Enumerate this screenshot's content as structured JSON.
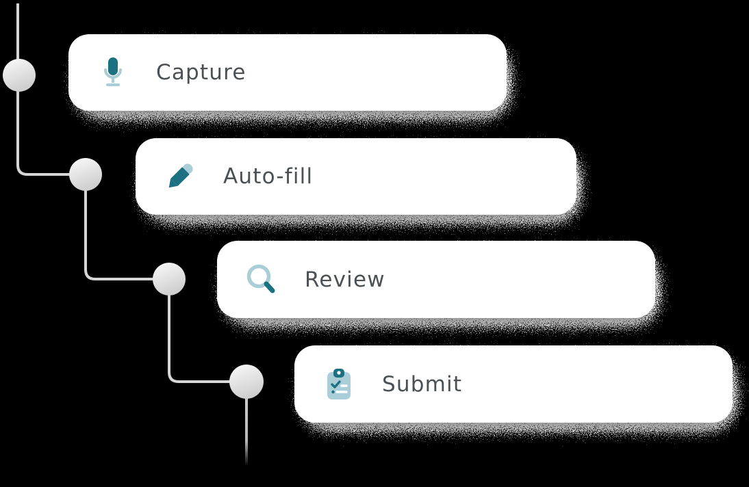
{
  "theme": {
    "teal": "#1b7082",
    "light": "#a9ced8",
    "text": "#4b5055",
    "line": "#d6d6d6",
    "card_bg": "#ffffff",
    "page_bg": "#000000",
    "node_gradient_top": "#fbfbfb",
    "node_gradient_bottom": "#cfcfcf"
  },
  "diagram": {
    "type": "process-steps",
    "steps": [
      {
        "label": "Capture",
        "icon": "microphone-icon"
      },
      {
        "label": "Auto-fill",
        "icon": "pencil-icon"
      },
      {
        "label": "Review",
        "icon": "magnifier-icon"
      },
      {
        "label": "Submit",
        "icon": "clipboard-check-icon"
      }
    ]
  }
}
